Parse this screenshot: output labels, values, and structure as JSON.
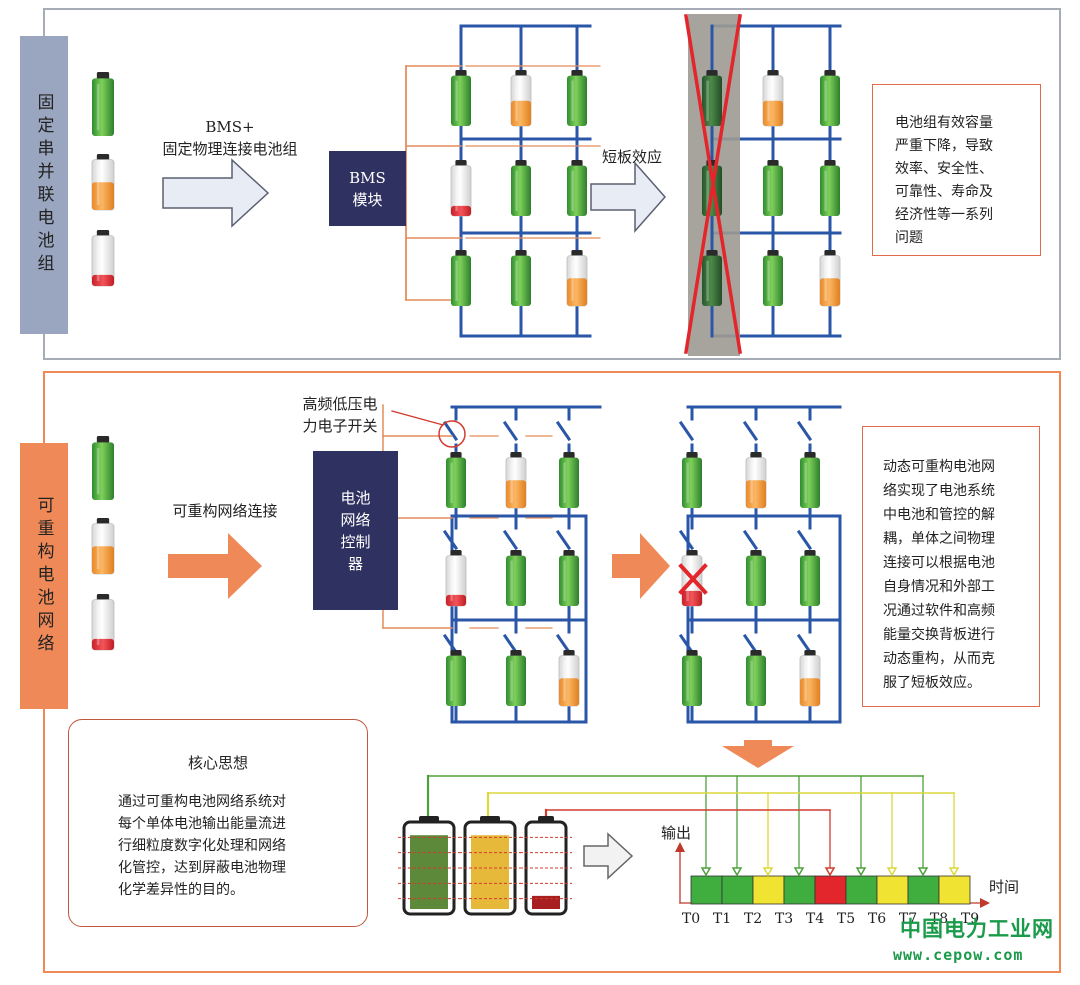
{
  "top": {
    "label": "固定串并联电池组",
    "arrow_label_line1": "BMS+",
    "arrow_label_line2": "固定物理连接电池组",
    "module_line1": "BMS",
    "module_line2": "模块",
    "effect_label": "短板效应",
    "note_lines": [
      "电池组有效容量",
      "严重下降，导致",
      "效率、安全性、",
      "可靠性、寿命及",
      "经济性等一系列",
      "问题"
    ]
  },
  "bottom": {
    "label": "可重构电池网络",
    "arrow_label": "可重构网络连接",
    "switch_callout_line1": "高频低压电",
    "switch_callout_line2": "力电子开关",
    "controller_lines": [
      "电池",
      "网络",
      "控制",
      "器"
    ],
    "note_lines": [
      "动态可重构电池网",
      "络实现了电池系统",
      "中电池和管控的解",
      "耦，单体之间物理",
      "连接可以根据电池",
      "自身情况和外部工",
      "况通过软件和高频",
      "能量交换背板进行",
      "动态重构，从而克",
      "服了短板效应。"
    ],
    "core_title": "核心思想",
    "core_lines": [
      "通过可重构电池网络系统对",
      "每个单体电池输出能量流进",
      "行细粒度数字化处理和网络",
      "化管控，达到屏蔽电池物理",
      "化学差异性的目的。"
    ],
    "timeline": {
      "y_label": "输出",
      "x_label": "时间",
      "ticks": [
        "T0",
        "T1",
        "T2",
        "T3",
        "T4",
        "T5",
        "T6",
        "T7",
        "T8",
        "T9"
      ],
      "segments": [
        "green",
        "green",
        "yellow",
        "green",
        "red",
        "green",
        "yellow",
        "green",
        "yellow"
      ]
    }
  },
  "colors": {
    "green": "#3fae3f",
    "yellow": "#f1e331",
    "red": "#e3262c",
    "orange_battery": "#f4a23c",
    "bus_blue": "#2a56a8",
    "orange_line": "#e38c5a",
    "navy": "#2f3160",
    "top_label_bg": "#9aa6bf",
    "bottom_label_bg": "#ef8a58"
  },
  "watermark": {
    "line1": "中国电力工业网",
    "line2": "www.cepow.com"
  }
}
